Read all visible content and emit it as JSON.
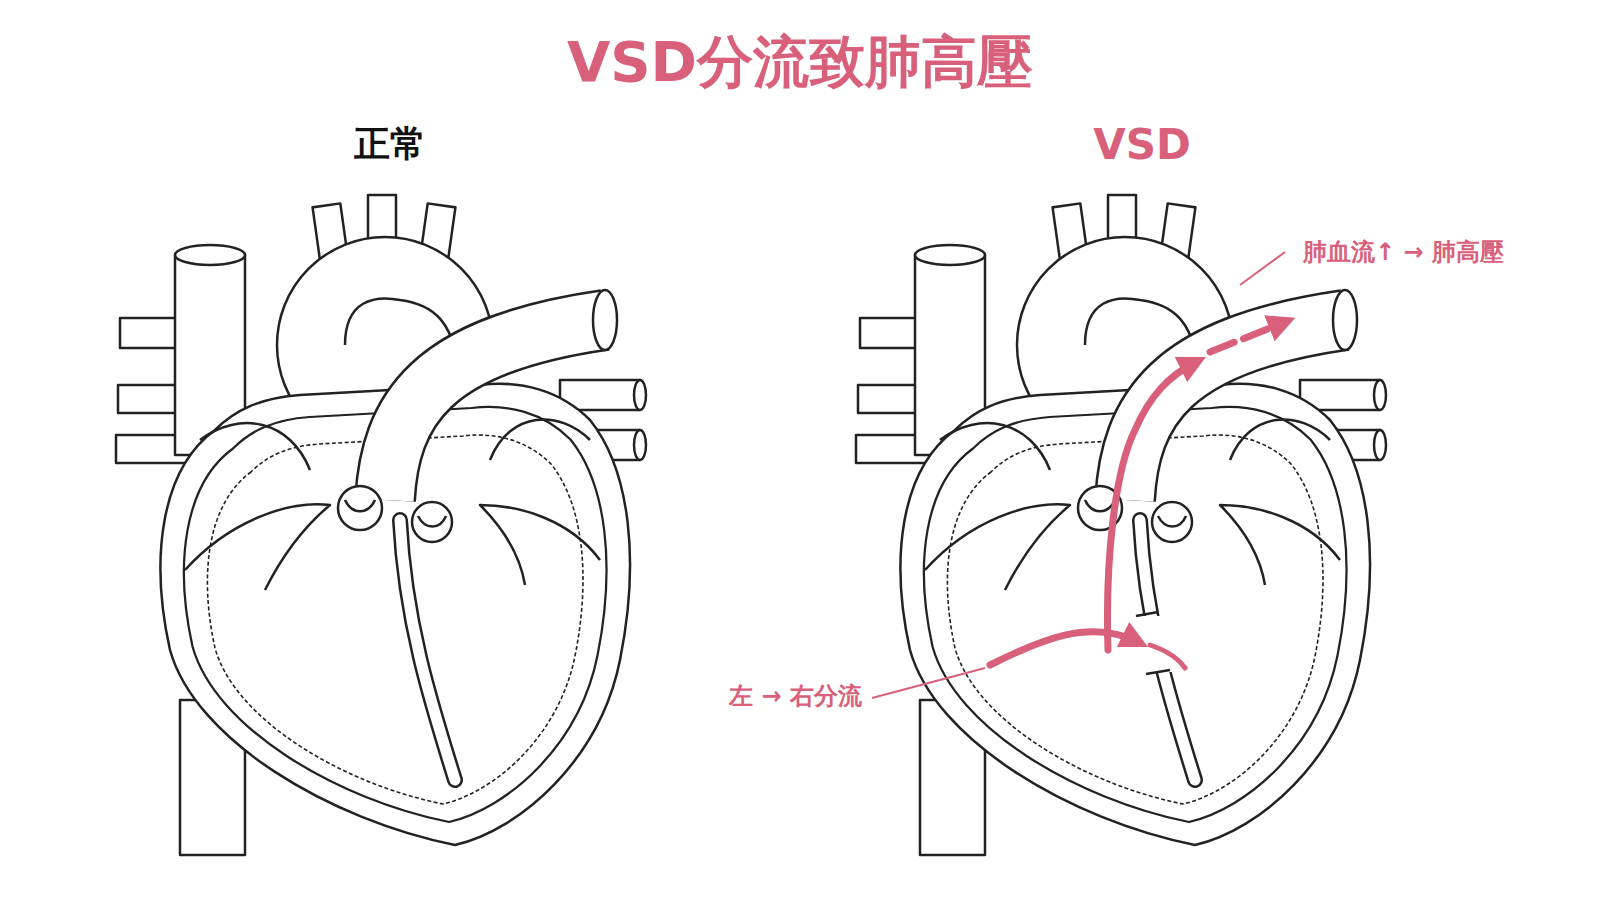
{
  "diagram": {
    "title": "VSD分流致肺高壓",
    "labels": [
      "正常",
      "VSD",
      "肺血流↑ → 肺高壓",
      "左 → 右分流"
    ]
  }
}
